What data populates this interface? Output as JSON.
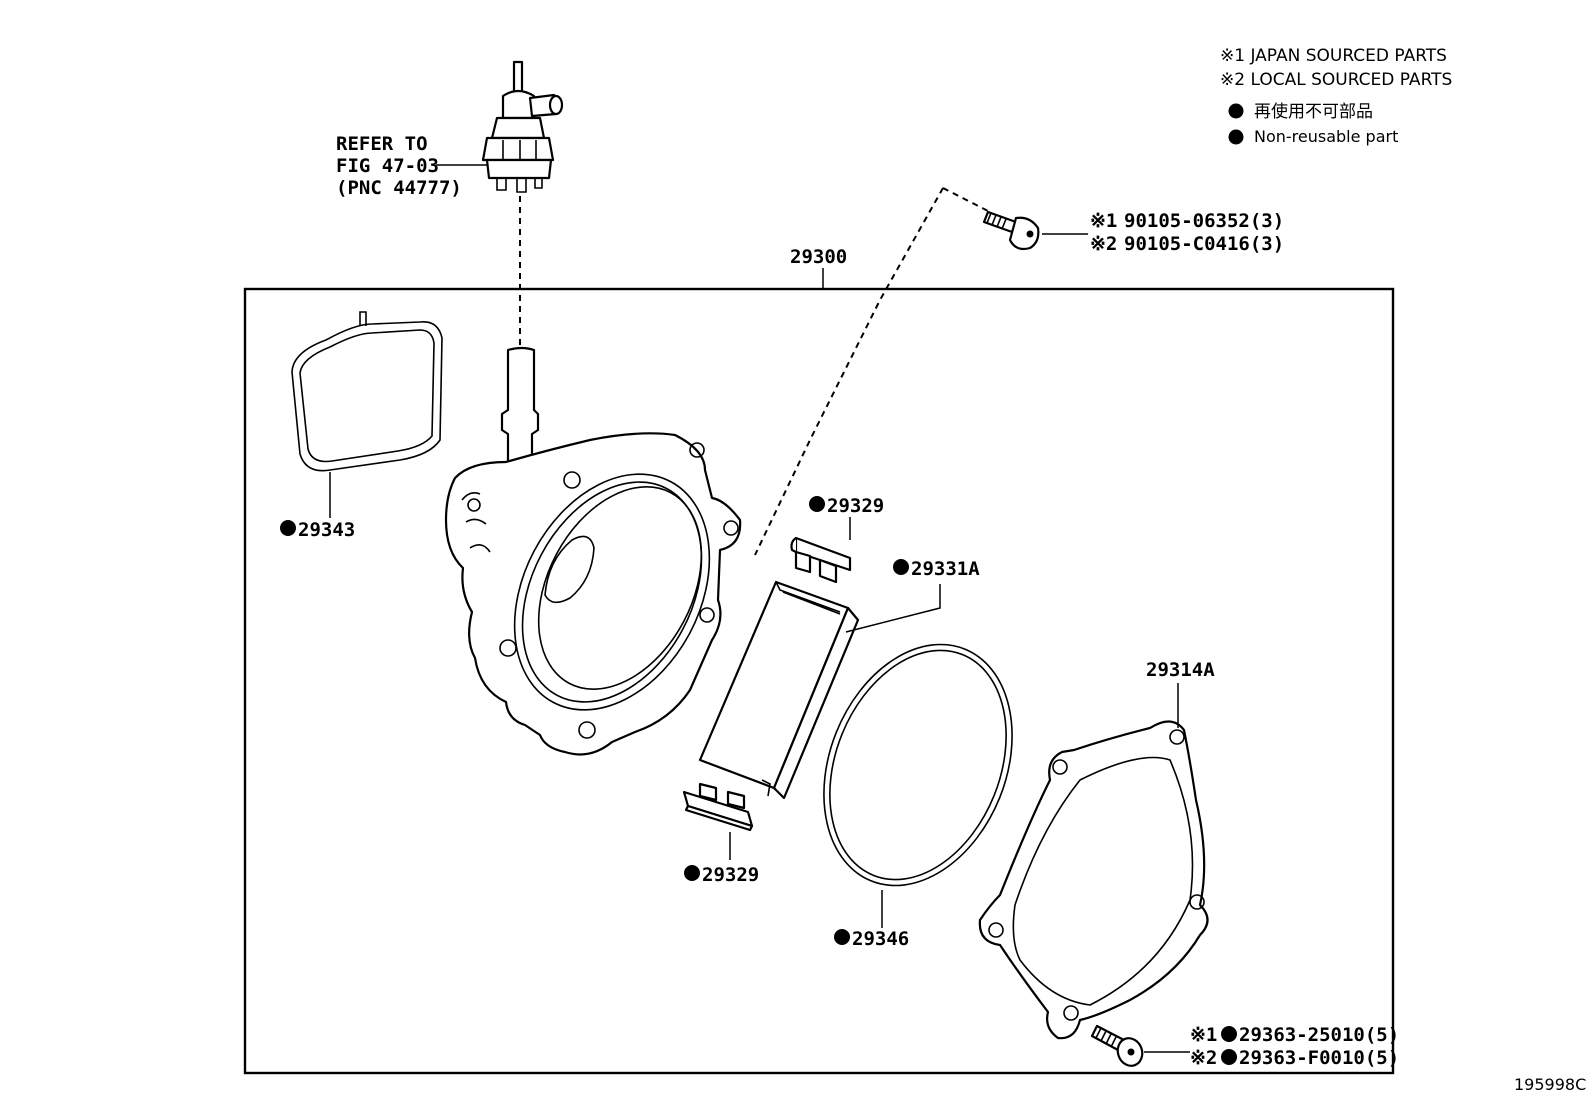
{
  "legend": {
    "japan": "※1 JAPAN SOURCED PARTS",
    "local": "※2 LOCAL SOURCED PARTS",
    "nonreusable_jp": "再使用不可部品",
    "nonreusable_en": "Non-reusable part"
  },
  "refer": {
    "line1": "REFER TO",
    "line2": "FIG 47-03",
    "line3": "(PNC 44777)"
  },
  "assembly_label": "29300",
  "bolt_top": {
    "mark1": "※1",
    "part1": "90105-06352(3)",
    "mark2": "※2",
    "part2": "90105-C0416(3)"
  },
  "bolt_bottom": {
    "mark1": "※1",
    "part1": "29363-25010(5)",
    "mark2": "※2",
    "part2": "29363-F0010(5)"
  },
  "parts": {
    "p29343": "29343",
    "p29329_top": "29329",
    "p29331a": "29331A",
    "p29329_bottom": "29329",
    "p29346": "29346",
    "p29314a": "29314A"
  },
  "figure_id": "195998C",
  "colors": {
    "line": "#000000",
    "background": "#ffffff"
  }
}
